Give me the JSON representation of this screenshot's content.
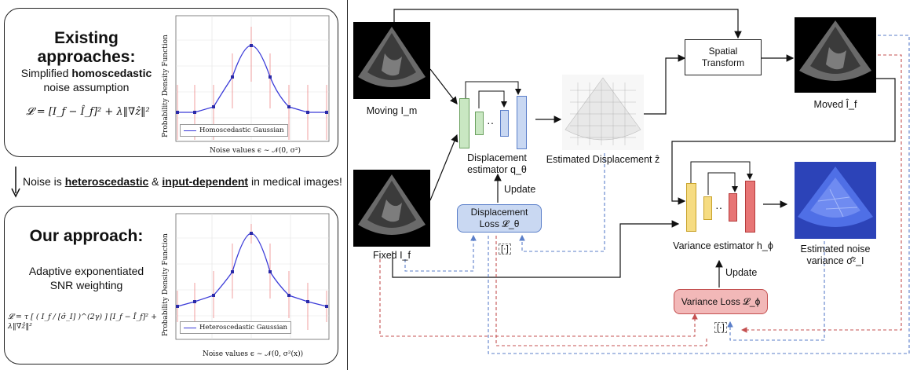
{
  "left": {
    "existing": {
      "heading": "Existing approaches:",
      "desc_line1": "Simplified ",
      "desc_bold": "homoscedastic",
      "desc_line2": "noise assumption",
      "formula": "𝓛 = [I_f − Î_f]² + λ‖∇ẑ‖²",
      "plot": {
        "legend": "Homoscedastic Gaussian",
        "xlabel": "Noise values ϵ ∼ 𝒩(0, σ²)",
        "ylabel": "Probability Density Function"
      }
    },
    "transition": {
      "prefix": "Noise is ",
      "u1": "heteroscedastic",
      "mid": " & ",
      "u2": "input-dependent",
      "suffix": " in medical images!"
    },
    "ours": {
      "heading": "Our approach:",
      "desc_line1": "Adaptive exponentiated",
      "desc_line2": "SNR weighting",
      "formula": "𝓛 = τ [ ( I_f / [σ̂_I] )^(2γ) ] [I_f − Î_f]² + λ‖∇ẑ‖²",
      "plot": {
        "legend": "Heteroscedastic Gaussian",
        "xlabel": "Noise values ϵ ∼ 𝒩(0, σ²(x))",
        "ylabel": "Probability Density Function"
      }
    }
  },
  "right": {
    "moving_label": "Moving I_m",
    "fixed_label": "Fixed I_f",
    "displacement_estimator": [
      "Displacement",
      "estimator q_θ"
    ],
    "estimated_displacement": "Estimated Displacement ẑ",
    "spatial_transform": [
      "Spatial",
      "Transform"
    ],
    "moved_label": "Moved Î_f",
    "update1": "Update",
    "displacement_loss": [
      "Displacement",
      "Loss 𝓛_θ"
    ],
    "stopgrad1": "[·]",
    "variance_estimator": "Variance estimator h_ϕ",
    "estimated_noise": [
      "Estimated noise",
      "variance σ̂²_I"
    ],
    "update2": "Update",
    "variance_loss": "Variance Loss 𝓛_ϕ",
    "stopgrad2": "[·]",
    "colors": {
      "blue": "#5b7fc9",
      "red": "#c45050",
      "green": "#c9e7c2",
      "yellow": "#f6dc82"
    }
  }
}
